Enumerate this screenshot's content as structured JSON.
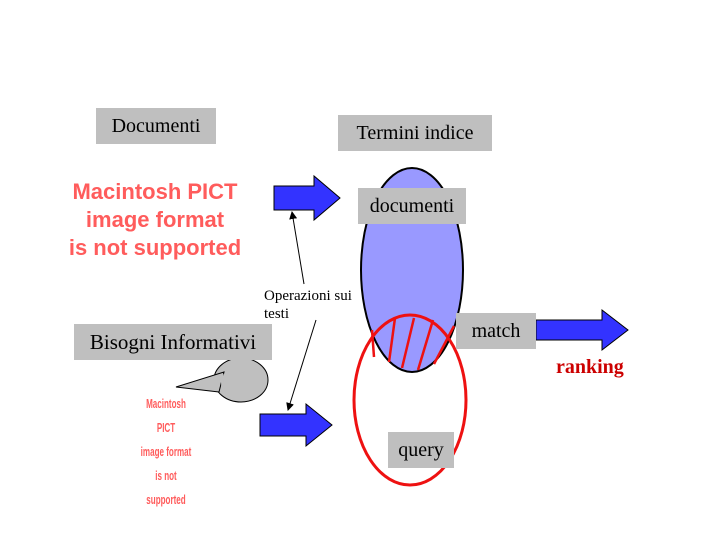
{
  "labels": {
    "documenti_box": "Documenti",
    "termini_indice": "Termini indice",
    "documenti_oval": "documenti",
    "bisogni": "Bisogni Informativi",
    "operazioni": "Operazioni sui testi",
    "match": "match",
    "ranking": "ranking",
    "query": "query"
  },
  "placeholders": {
    "pict_large": [
      "Macintosh PICT",
      "image format",
      "is not supported"
    ],
    "pict_small": [
      "Macintosh PICT",
      "image format",
      "is not supported"
    ]
  },
  "colors": {
    "box_fill": "#bfbfbf",
    "arrow_fill": "#3333ff",
    "doc_oval_fill": "#9999ff",
    "query_oval_stroke": "#ee1111",
    "ranking_text": "#cc0000",
    "pict_text": "#ff5c5c"
  }
}
